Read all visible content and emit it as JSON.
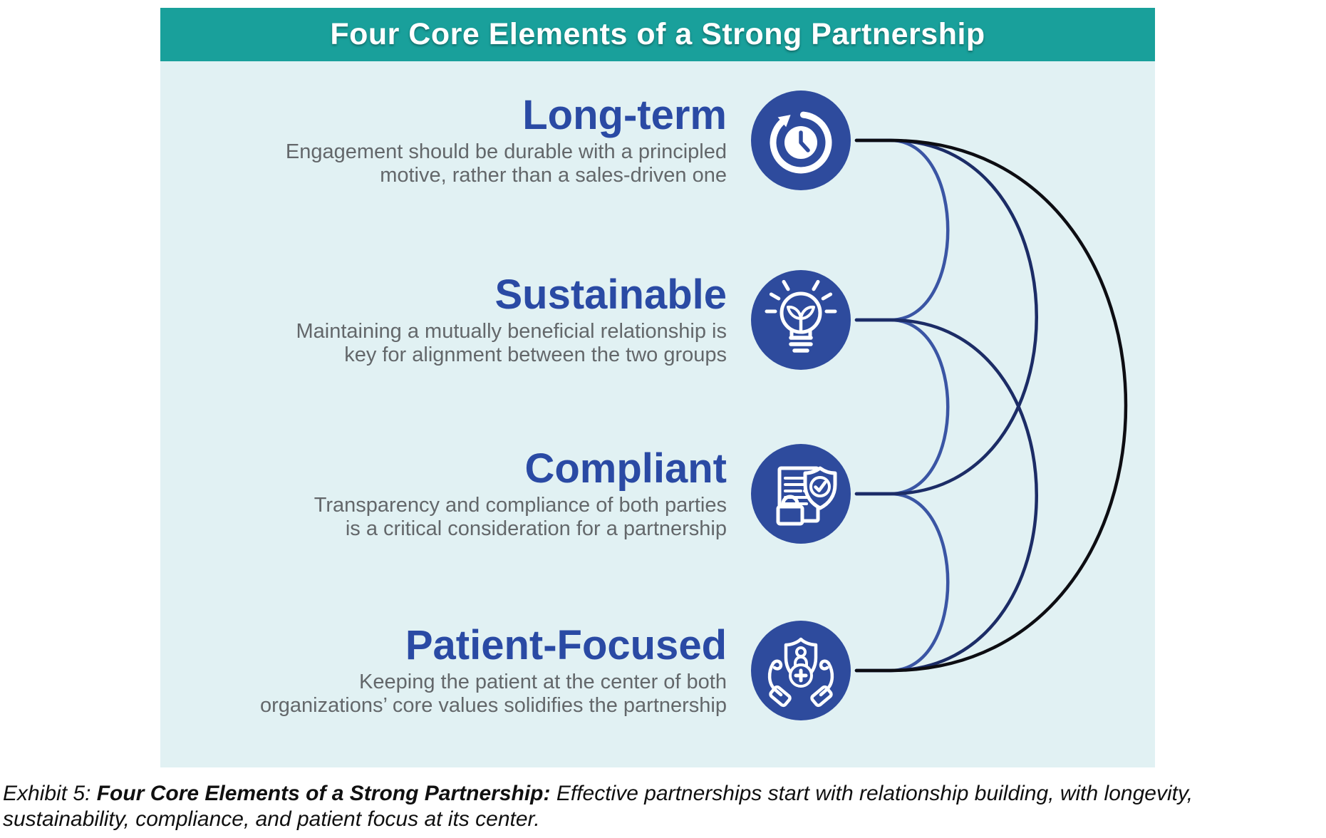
{
  "figure": {
    "title": "Four Core Elements of a Strong Partnership",
    "sections": [
      {
        "heading": "Long-term",
        "description_line1": "Engagement should be durable with a principled",
        "description_line2": "motive, rather than a sales-driven one",
        "icon": "clock-refresh-icon"
      },
      {
        "heading": "Sustainable",
        "description_line1": "Maintaining a mutually beneficial relationship is",
        "description_line2": "key for alignment between the two groups",
        "icon": "bulb-plant-icon"
      },
      {
        "heading": "Compliant",
        "description_line1": "Transparency and compliance of both parties",
        "description_line2": "is a critical consideration for a partnership",
        "icon": "document-shield-lock-icon"
      },
      {
        "heading": "Patient-Focused",
        "description_line1": "Keeping the patient at the center of both",
        "description_line2": "organizations’ core values solidifies the partnership",
        "icon": "hands-shield-patient-icon"
      }
    ],
    "colors": {
      "header_teal": "#19a09b",
      "panel_bg": "#e1f1f3",
      "circle_blue": "#2e4b9d",
      "heading_blue": "#2a4aa4",
      "body_gray": "#63676a",
      "arc_adjacent": "#3a55a4",
      "arc_skip": "#1c2c66",
      "arc_long": "#0d0d12"
    }
  },
  "caption": {
    "exhibit_label": "Exhibit 5: ",
    "title_bold": "Four Core Elements of a Strong Partnership: ",
    "body_line1": "Effective partnerships start with relationship building, with longevity,",
    "body_line2": "sustainability, compliance, and patient focus at its center."
  }
}
